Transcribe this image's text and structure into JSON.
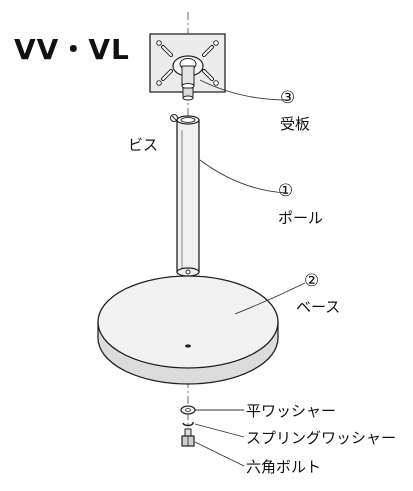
{
  "title": "VV・VL",
  "callouts": {
    "pole_num": "①",
    "pole_label": "ポール",
    "base_num": "②",
    "base_label": "ベース",
    "plate_num": "③",
    "plate_label": "受板"
  },
  "parts": {
    "screw": "ビス",
    "flat_washer": "平ワッシャー",
    "spring_washer": "スプリングワッシャー",
    "hex_bolt": "六角ボルト"
  }
}
